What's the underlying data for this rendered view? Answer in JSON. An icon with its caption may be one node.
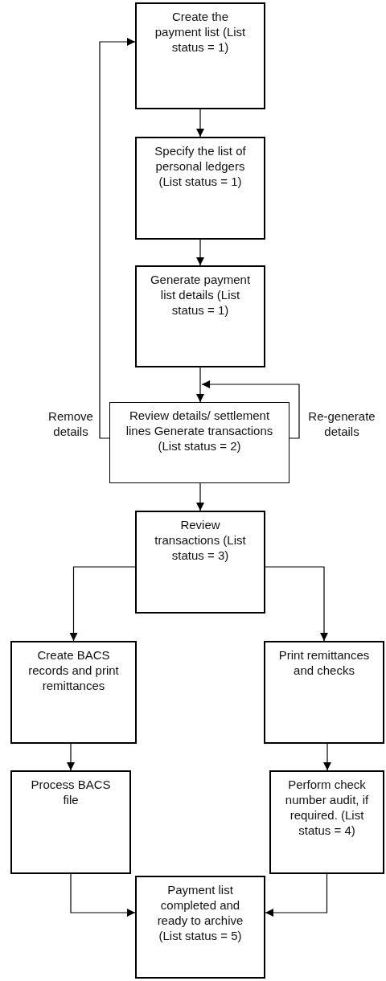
{
  "diagram": {
    "nodes": [
      {
        "text": [
          "Create the payment list (List status = 1)"
        ]
      },
      {
        "text": [
          "Specify the list of personal ledgers (List status = 1)"
        ]
      },
      {
        "text": [
          "Generate payment list details (List status = 1)"
        ]
      },
      {
        "text": [
          "Review details/ settlement lines Generate transactions (List status = 2)"
        ]
      },
      {
        "text": [
          "Review transactions (List status = 3)"
        ]
      },
      {
        "text": [
          "Create BACS records and print remittances"
        ]
      },
      {
        "text": [
          "Print remittances and checks"
        ]
      },
      {
        "text": [
          "Process BACS file"
        ]
      },
      {
        "text": [
          "Perform check number audit, if required. (List status = 4)"
        ]
      },
      {
        "text": [
          "Payment list completed and ready to archive (List status = 5)"
        ]
      }
    ],
    "edges": [
      {
        "from": 0,
        "to": 1,
        "arrow": "to"
      },
      {
        "from": 1,
        "to": 2,
        "arrow": "to"
      },
      {
        "from": 2,
        "to": 3,
        "arrow": "to"
      },
      {
        "from": 3,
        "to": 0,
        "arrow": "to",
        "label": "Remove details"
      },
      {
        "from": 3,
        "to": 3,
        "arrow": "to",
        "label": "Re-generate details"
      },
      {
        "from": 3,
        "to": 4,
        "arrow": "to"
      },
      {
        "from": 4,
        "to": 5,
        "arrow": "to"
      },
      {
        "from": 4,
        "to": 6,
        "arrow": "to"
      },
      {
        "from": 5,
        "to": 7,
        "arrow": "to"
      },
      {
        "from": 6,
        "to": 8,
        "arrow": "to"
      },
      {
        "from": 7,
        "to": 9,
        "arrow": "to"
      },
      {
        "from": 8,
        "to": 9,
        "arrow": "to"
      }
    ]
  }
}
